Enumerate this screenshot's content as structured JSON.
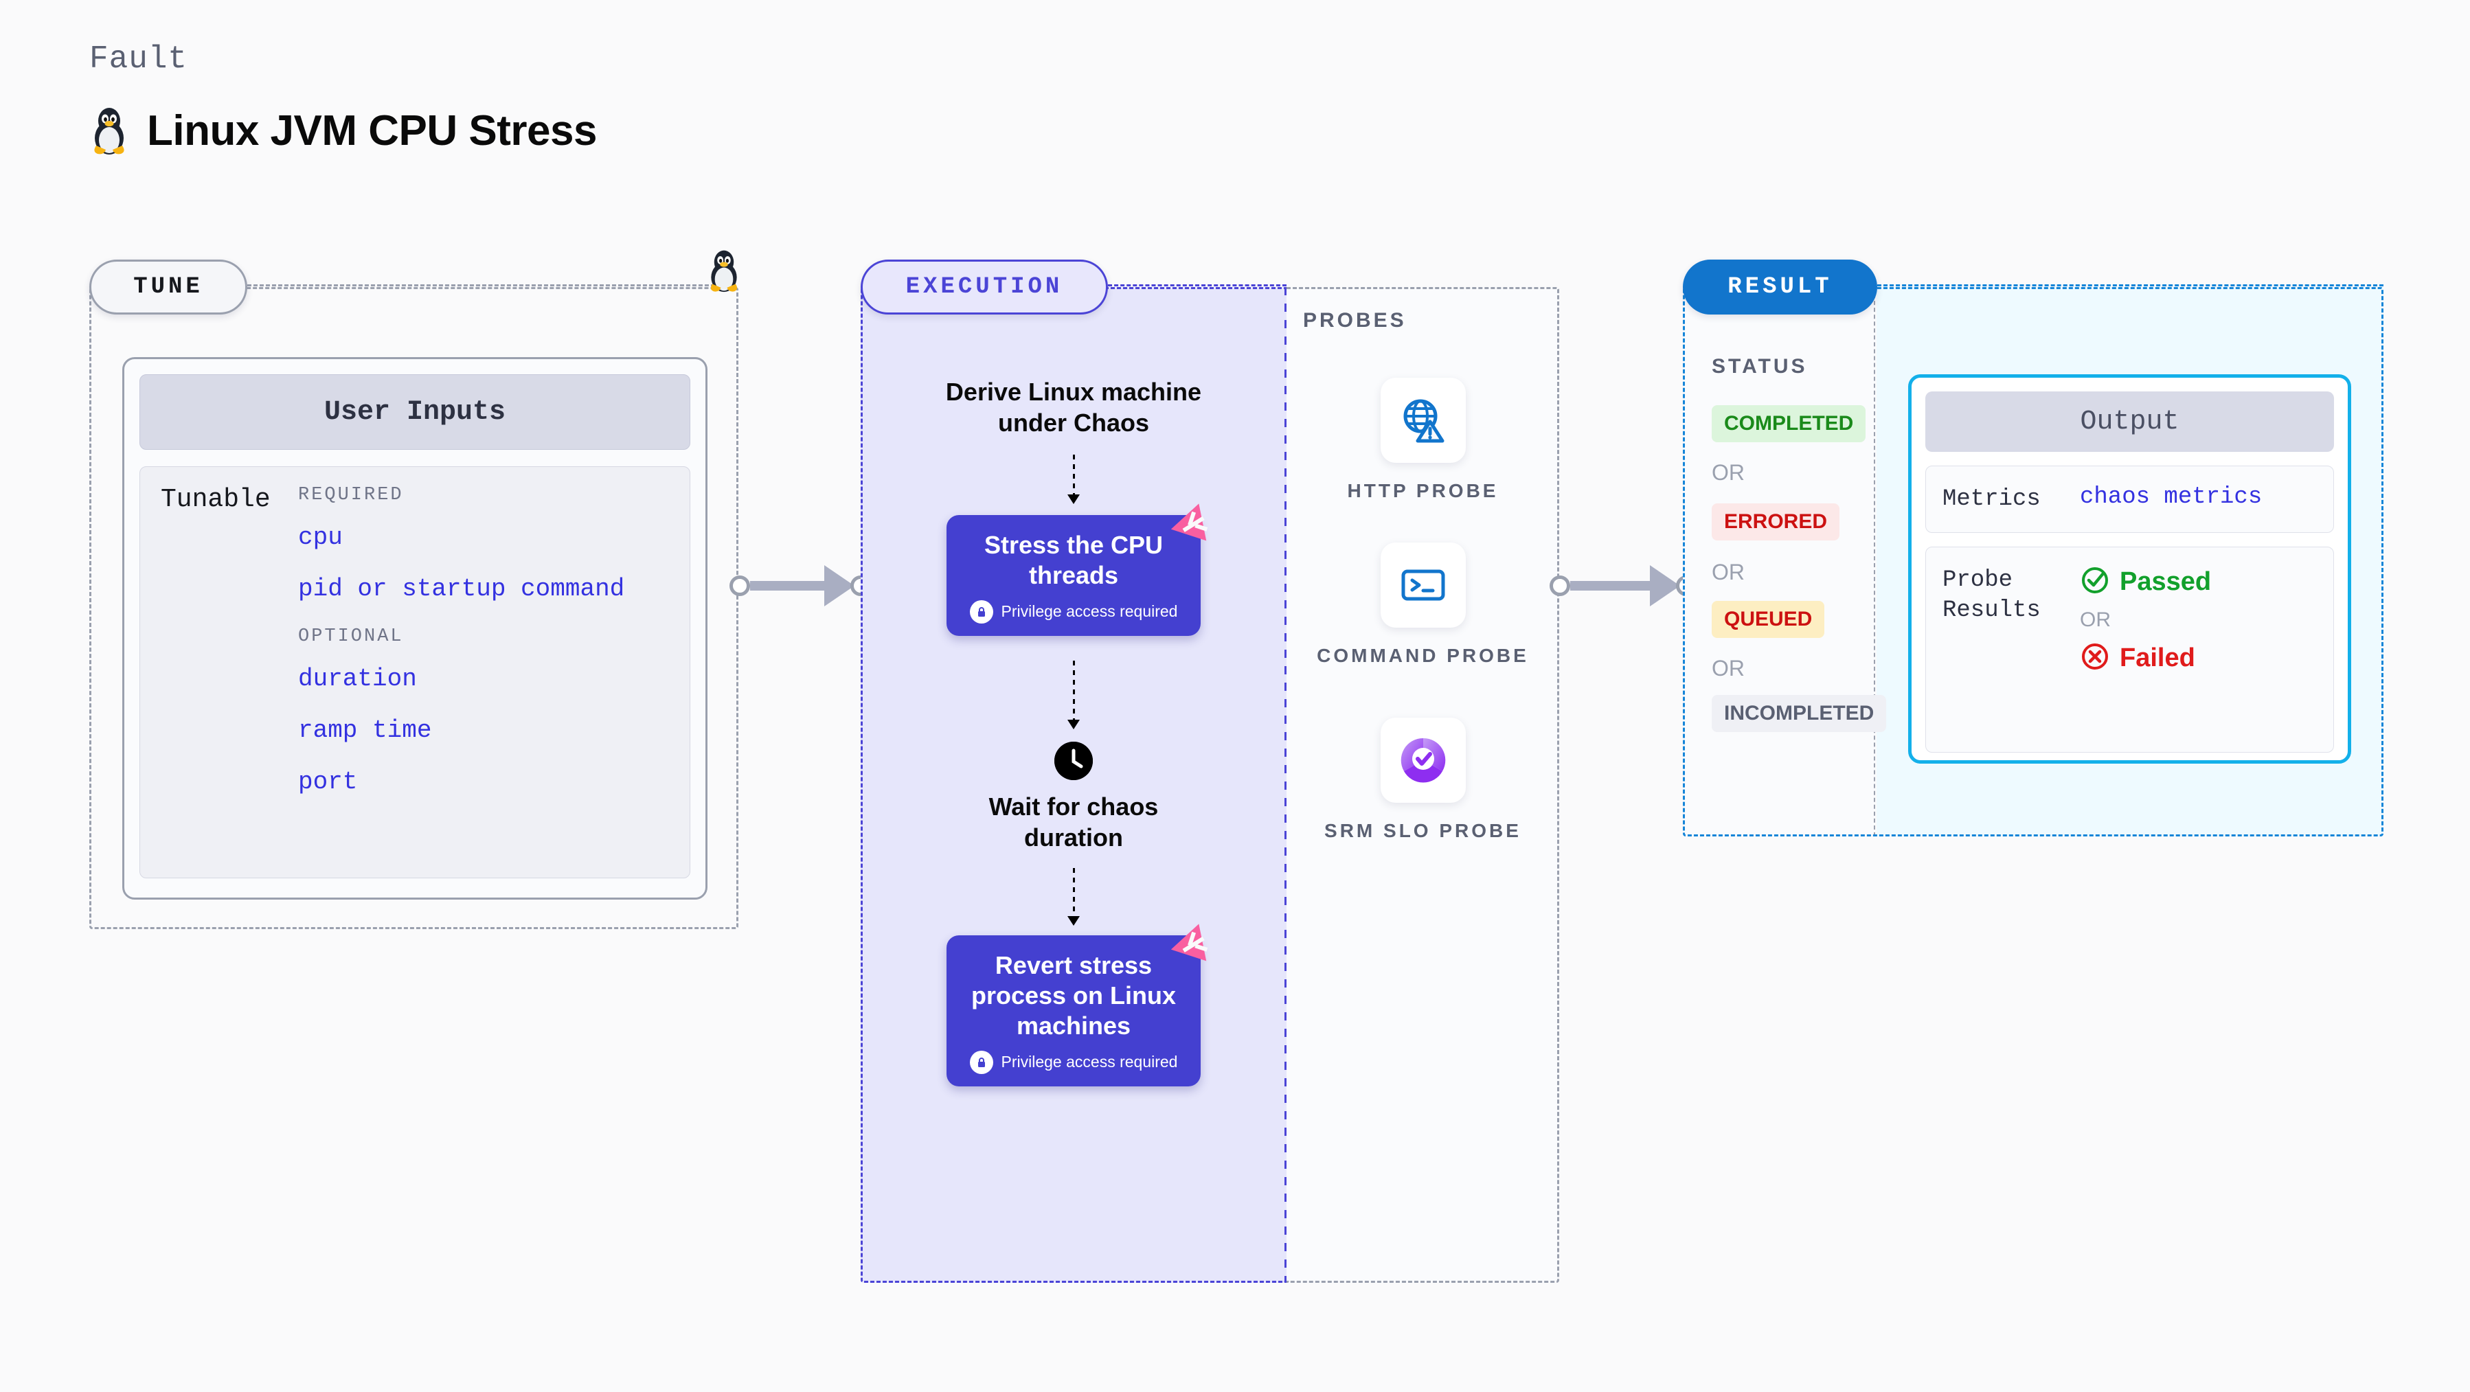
{
  "header": {
    "fault_label": "Fault",
    "title": "Linux JVM CPU Stress",
    "icon": "tux-penguin-icon"
  },
  "tune": {
    "badge": "TUNE",
    "icon": "tux-penguin-icon",
    "card": {
      "header": "User Inputs",
      "row_label": "Tunable",
      "groups": [
        {
          "label": "REQUIRED",
          "items": [
            "cpu",
            "pid or startup command"
          ]
        },
        {
          "label": "OPTIONAL",
          "items": [
            "duration",
            "ramp time",
            "port"
          ]
        }
      ]
    }
  },
  "execution": {
    "badge": "EXECUTION",
    "steps": [
      {
        "kind": "text",
        "title": "Derive Linux machine under Chaos"
      },
      {
        "kind": "card",
        "title": "Stress the CPU threads",
        "privilege": "Privilege access required",
        "badge_icon": "litmus-logo-icon"
      },
      {
        "kind": "wait",
        "title": "Wait for chaos duration",
        "icon": "clock-icon"
      },
      {
        "kind": "card",
        "title": "Revert stress process on Linux machines",
        "privilege": "Privilege access required",
        "badge_icon": "litmus-logo-icon"
      }
    ]
  },
  "probes": {
    "title": "PROBES",
    "items": [
      {
        "label": "HTTP PROBE",
        "icon": "globe-warning-icon"
      },
      {
        "label": "COMMAND PROBE",
        "icon": "terminal-icon"
      },
      {
        "label": "SRM SLO PROBE",
        "icon": "slo-donut-check-icon"
      }
    ]
  },
  "result": {
    "badge": "RESULT",
    "status_title": "STATUS",
    "or_label": "OR",
    "statuses": [
      {
        "label": "COMPLETED",
        "bg": "#dcf5dc",
        "fg": "#1a8a1a"
      },
      {
        "label": "ERRORED",
        "bg": "#fce8e8",
        "fg": "#cc1111"
      },
      {
        "label": "QUEUED",
        "bg": "#fdeec2",
        "fg": "#cc1111"
      },
      {
        "label": "INCOMPLETED",
        "bg": "#eff0f5",
        "fg": "#5a6072"
      }
    ],
    "output": {
      "header": "Output",
      "metrics_key": "Metrics",
      "metrics_value": "chaos metrics",
      "probe_key": "Probe Results",
      "passed": "Passed",
      "failed": "Failed",
      "or_label": "OR",
      "passed_icon": "check-circle-icon",
      "failed_icon": "x-circle-icon"
    }
  },
  "colors": {
    "indigo": "#4440d0",
    "blue": "#1275cc",
    "cyan": "#13b0ea",
    "pink": "#f95fa0",
    "gray": "#9aa0ae"
  }
}
